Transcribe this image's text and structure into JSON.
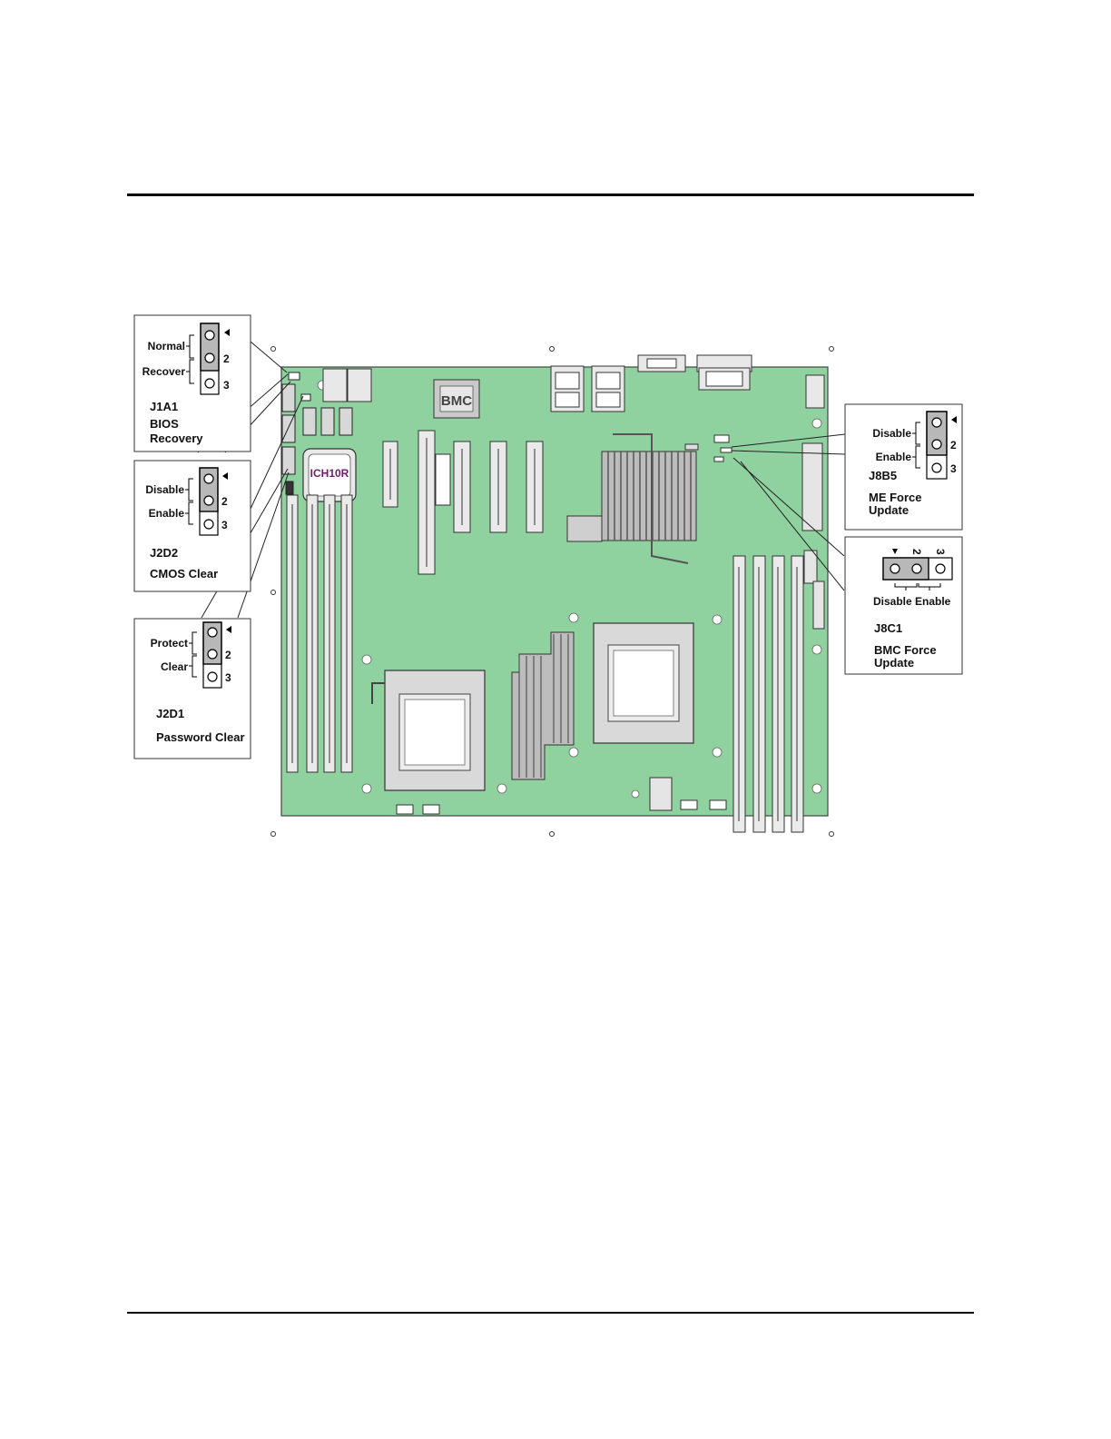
{
  "page": {
    "background": "#ffffff"
  },
  "board": {
    "color": "#8fd29f",
    "chips": {
      "bmc": "BMC",
      "ich": "ICH10R"
    }
  },
  "jumpers": {
    "j1a1": {
      "pin_labels": [
        "Normal",
        "Recover"
      ],
      "pin_numbers": [
        "2",
        "3"
      ],
      "id": "J1A1",
      "name_line1": "BIOS",
      "name_line2": "Recovery"
    },
    "j2d2": {
      "pin_labels": [
        "Disable",
        "Enable"
      ],
      "pin_numbers": [
        "2",
        "3"
      ],
      "id": "J2D2",
      "name_line1": "CMOS Clear"
    },
    "j2d1": {
      "pin_labels": [
        "Protect",
        "Clear"
      ],
      "pin_numbers": [
        "2",
        "3"
      ],
      "id": "J2D1",
      "name_line1": "Password Clear"
    },
    "j8b5": {
      "pin_labels": [
        "Disable",
        "Enable"
      ],
      "pin_numbers": [
        "2",
        "3"
      ],
      "id": "J8B5",
      "name_line1": "ME Force",
      "name_line2": "Update"
    },
    "j8c1": {
      "pin_labels": [
        "Disable",
        "Enable"
      ],
      "pin_numbers": [
        "2",
        "3"
      ],
      "id": "J8C1",
      "name_line1": "BMC Force",
      "name_line2": "Update"
    }
  }
}
